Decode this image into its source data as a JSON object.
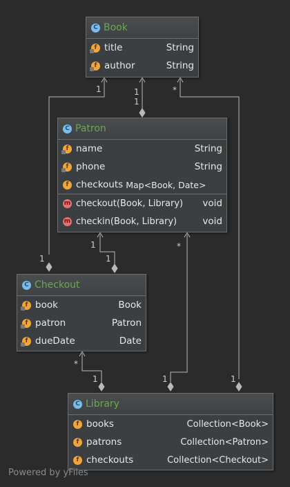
{
  "nodes": {
    "book": {
      "kind_badge": "C",
      "title": "Book",
      "fields": [
        {
          "badge": "f",
          "name": "title",
          "type": "String"
        },
        {
          "badge": "f",
          "name": "author",
          "type": "String"
        }
      ]
    },
    "patron": {
      "kind_badge": "C",
      "title": "Patron",
      "fields": [
        {
          "badge": "f",
          "name": "name",
          "type": "String"
        },
        {
          "badge": "f",
          "name": "phone",
          "type": "String"
        },
        {
          "badge": "f",
          "name": "checkouts",
          "type": "Map<Book, Date>"
        }
      ],
      "methods": [
        {
          "badge": "m",
          "name": "checkout(Book, Library)",
          "type": "void"
        },
        {
          "badge": "m",
          "name": "checkin(Book, Library)",
          "type": "void"
        }
      ]
    },
    "checkout": {
      "kind_badge": "C",
      "title": "Checkout",
      "fields": [
        {
          "badge": "f",
          "name": "book",
          "type": "Book"
        },
        {
          "badge": "f",
          "name": "patron",
          "type": "Patron"
        },
        {
          "badge": "f",
          "name": "dueDate",
          "type": "Date"
        }
      ]
    },
    "library": {
      "kind_badge": "C",
      "title": "Library",
      "fields": [
        {
          "badge": "f",
          "name": "books",
          "type": "Collection<Book>"
        },
        {
          "badge": "f",
          "name": "patrons",
          "type": "Collection<Patron>"
        },
        {
          "badge": "f",
          "name": "checkouts",
          "type": "Collection<Checkout>"
        }
      ]
    }
  },
  "edge_labels": {
    "checkout_book_target": "1",
    "patron_book_target": "1",
    "patron_book_source": "1",
    "library_book_target": "*",
    "checkout_patron_target": "1",
    "checkout_patron_source": "1",
    "library_patron_target": "*",
    "library_patron_source": "1",
    "checkout_from_checkout_source": "1",
    "library_checkout_target": "*",
    "library_checkout_source": "1",
    "library_book_source": "1"
  },
  "footer": "Powered by yFiles"
}
